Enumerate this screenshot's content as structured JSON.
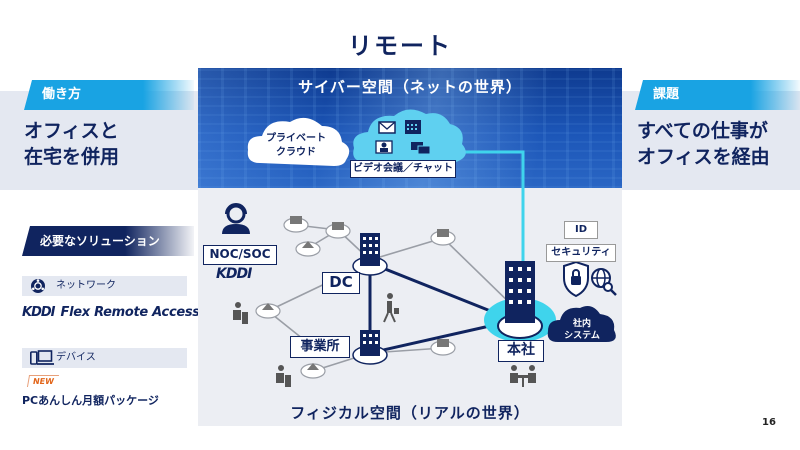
{
  "page": {
    "title": "リモート",
    "page_number": "16"
  },
  "left_band": {
    "tab": "働き方",
    "text_line1": "オフィスと",
    "text_line2": "在宅を併用"
  },
  "right_band": {
    "tab": "課題",
    "text_line1": "すべての仕事が",
    "text_line2": "オフィスを経由"
  },
  "solutions": {
    "heading": "必要なソリューション",
    "network": {
      "icon": "network-globe-icon",
      "label": "ネットワーク",
      "product_brand": "KDDI",
      "product_name": "Flex Remote Access"
    },
    "device": {
      "icon": "devices-icon",
      "label": "デバイス",
      "badge": "NEW",
      "product_name": "PCあんしん月額パッケージ"
    }
  },
  "diagram": {
    "cyber_title": "サイバー空間（ネットの世界）",
    "physical_title": "フィジカル空間（リアルの世界）",
    "private_cloud_line1": "プライベート",
    "private_cloud_line2": "クラウド",
    "saas_cloud_label": "ビデオ会議／チャット",
    "saas_icons": [
      "mail-icon",
      "calendar-icon",
      "video-call-icon",
      "chat-icon"
    ],
    "noc_label": "NOC/SOC",
    "noc_brand": "KDDI",
    "dc_label": "DC",
    "office_label": "事業所",
    "hq_label": "本社",
    "id_label": "ID",
    "security_label": "セキュリティ",
    "internal_system_line1": "社内",
    "internal_system_line2": "システム"
  },
  "colors": {
    "navy": "#10245f",
    "accent_blue": "#19a3e3",
    "cyan": "#3fd4ec",
    "band_gray": "#e4e8f1",
    "new_orange": "#e2661b"
  }
}
